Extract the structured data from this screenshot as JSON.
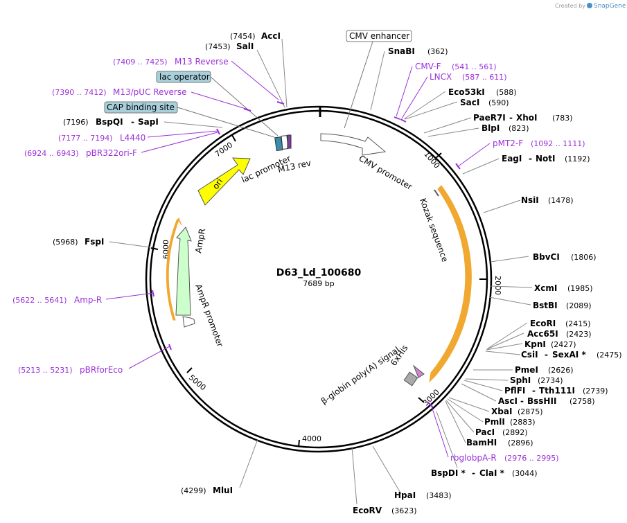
{
  "credit": "Created by",
  "brand": "SnapGene",
  "plasmid": {
    "name": "D63_Ld_100680",
    "length_text": "7689 bp"
  },
  "ticks": {
    "t1000": "1000",
    "t2000": "2000",
    "t3000": "3000",
    "t4000": "4000",
    "t5000": "5000",
    "t6000": "6000",
    "t7000": "7000"
  },
  "enzymes": [
    {
      "id": "accI",
      "pos": "(7454)",
      "name": "AccI"
    },
    {
      "id": "salI",
      "pos": "(7453)",
      "name": "SalI"
    },
    {
      "id": "snabI",
      "pos": "(362)",
      "name": "SnaBI"
    },
    {
      "id": "eco53ki",
      "pos": "(588)",
      "name": "Eco53kI"
    },
    {
      "id": "saci",
      "pos": "(590)",
      "name": "SacI"
    },
    {
      "id": "paer7i",
      "pos": "(783)",
      "name": "PaeR7I",
      "name2": "XhoI"
    },
    {
      "id": "blpi",
      "pos": "(823)",
      "name": "BlpI"
    },
    {
      "id": "eagi",
      "pos": "(1192)",
      "name": "EagI",
      "name2": "NotI"
    },
    {
      "id": "nsii",
      "pos": "(1478)",
      "name": "NsiI"
    },
    {
      "id": "bbvci",
      "pos": "(1806)",
      "name": "BbvCI"
    },
    {
      "id": "xcmi",
      "pos": "(1985)",
      "name": "XcmI"
    },
    {
      "id": "bstbi",
      "pos": "(2089)",
      "name": "BstBI"
    },
    {
      "id": "ecori",
      "pos": "(2415)",
      "name": "EcoRI"
    },
    {
      "id": "acc65i",
      "pos": "(2423)",
      "name": "Acc65I"
    },
    {
      "id": "kpni",
      "pos": "(2427)",
      "name": "KpnI"
    },
    {
      "id": "csii",
      "pos": "(2475)",
      "name": "CsiI",
      "name2": "SexAI *"
    },
    {
      "id": "pmei",
      "pos": "(2626)",
      "name": "PmeI"
    },
    {
      "id": "sphi",
      "pos": "(2734)",
      "name": "SphI"
    },
    {
      "id": "pflfi",
      "pos": "(2739)",
      "name": "PflFI",
      "name2": "Tth111I"
    },
    {
      "id": "asci",
      "pos": "(2758)",
      "name": "AscI",
      "name2": "BssHII"
    },
    {
      "id": "xbai",
      "pos": "(2875)",
      "name": "XbaI"
    },
    {
      "id": "pmli",
      "pos": "(2883)",
      "name": "PmlI"
    },
    {
      "id": "paci",
      "pos": "(2892)",
      "name": "PacI"
    },
    {
      "id": "bamhi",
      "pos": "(2896)",
      "name": "BamHI"
    },
    {
      "id": "bspdi",
      "pos": "(3044)",
      "name": "BspDI *",
      "name2": "ClaI *"
    },
    {
      "id": "hpai",
      "pos": "(3483)",
      "name": "HpaI"
    },
    {
      "id": "ecorv",
      "pos": "(3623)",
      "name": "EcoRV"
    },
    {
      "id": "mlui",
      "pos": "(4299)",
      "name": "MluI"
    },
    {
      "id": "fspi",
      "pos": "(5968)",
      "name": "FspI"
    },
    {
      "id": "bspqi",
      "pos": "(7196)",
      "name": "BspQI",
      "name2": "SapI"
    }
  ],
  "primers": [
    {
      "id": "m13rev",
      "pos": "(7409 .. 7425)",
      "name": "M13 Reverse"
    },
    {
      "id": "m13puc",
      "pos": "(7390 .. 7412)",
      "name": "M13/pUC Reverse"
    },
    {
      "id": "l4440",
      "pos": "(7177 .. 7194)",
      "name": "L4440"
    },
    {
      "id": "pbr322",
      "pos": "(6924 .. 6943)",
      "name": "pBR322ori-F"
    },
    {
      "id": "cmvf",
      "pos": "(541 .. 561)",
      "name": "CMV-F"
    },
    {
      "id": "lncx",
      "pos": "(587 .. 611)",
      "name": "LNCX"
    },
    {
      "id": "pmt2f",
      "pos": "(1092 .. 1111)",
      "name": "pMT2-F"
    },
    {
      "id": "ampr",
      "pos": "(5622 .. 5641)",
      "name": "Amp-R"
    },
    {
      "id": "pbrforeco",
      "pos": "(5213 .. 5231)",
      "name": "pBRforEco"
    },
    {
      "id": "rbglobpa",
      "pos": "(2976 .. 2995)",
      "name": "rbglobpA-R"
    }
  ],
  "boxed_features": {
    "cmv_enhancer": "CMV enhancer",
    "lac_operator": "lac operator",
    "cap_site": "CAP binding site"
  },
  "features": {
    "cmv_promoter": "CMV promoter",
    "kozak": "Kozak sequence",
    "lac_promoter": "lac promoter",
    "m13_rev": "M13 rev",
    "ori": "ori",
    "ampr": "AmpR",
    "ampr_promoter": "AmpR promoter",
    "his": "6xHis",
    "polya": "β-globin poly(A) signal"
  },
  "colors": {
    "enzyme_text": "#000000",
    "primer_text": "#9b30d9",
    "orf_orange": "#f0a830",
    "ori_yellow": "#ffff00",
    "ampr_green": "#ccffcc",
    "box_blue": "#a8d0dc",
    "brand_blue": "#4a90c8"
  }
}
